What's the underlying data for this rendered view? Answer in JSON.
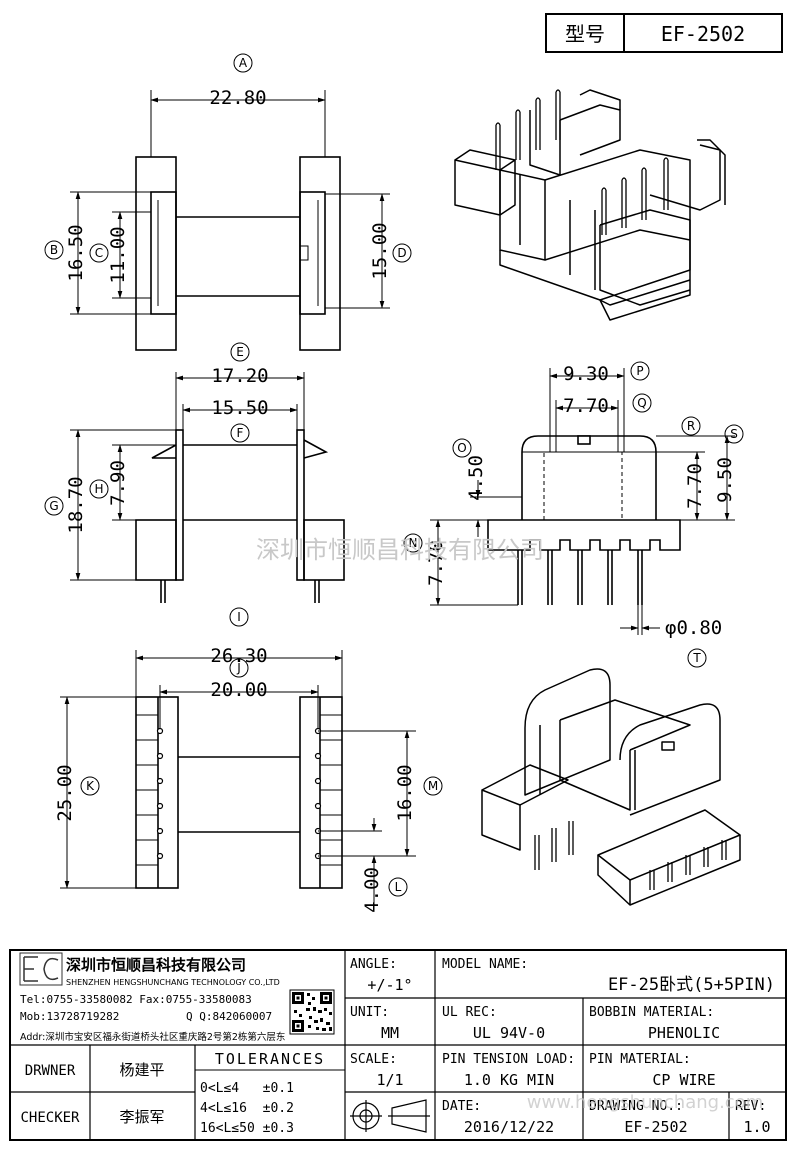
{
  "header": {
    "model_label": "型号",
    "model_value": "EF-2502"
  },
  "dimensions": {
    "A": "22.80",
    "B": "16.50",
    "C": "11.00",
    "D": "15.00",
    "E": "17.20",
    "F": "15.50",
    "G": "18.70",
    "H": "7.90",
    "N": "7.70",
    "O": "4.50",
    "P": "9.30",
    "Q": "7.70",
    "R": "7.70",
    "S": "9.50",
    "T": "φ0.80",
    "I": "26.30",
    "J": "20.00",
    "K": "25.00",
    "M": "16.00",
    "L": "4.00"
  },
  "watermarks": {
    "center": "深圳市恒顺昌科技有限公司",
    "bottom": "www.hengshunchang.com"
  },
  "title_block": {
    "company_cn": "深圳市恒顺昌科技有限公司",
    "company_en": "SHENZHEN HENGSHUNCHANG TECHNOLOGY CO.,LTD",
    "tel": "Tel:0755-33580082 Fax:0755-33580083",
    "mob": "Mob:13728719282",
    "qq": "Q Q:842060007",
    "addr": "Addr:深圳市宝安区福永街道桥头社区重庆路2号第2栋第六层东",
    "drawer_label": "DRWNER",
    "drawer_name": "杨建平",
    "checker_label": "CHECKER",
    "checker_name": "李振军",
    "tolerances_title": "TOLERANCES",
    "tol_1": "0<L≤4   ±0.1",
    "tol_2": "4<L≤16  ±0.2",
    "tol_3": "16<L≤50 ±0.3",
    "angle_label": "ANGLE:",
    "angle_value": "+/-1°",
    "unit_label": "UNIT:",
    "unit_value": "MM",
    "scale_label": "SCALE:",
    "scale_value": "1/1",
    "model_name_label": "MODEL NAME:",
    "model_name_value": "EF-25卧式(5+5PIN)",
    "ul_label": "UL REC:",
    "ul_value": "UL 94V-0",
    "bobbin_label": "BOBBIN MATERIAL:",
    "bobbin_value": "PHENOLIC",
    "pin_tension_label": "PIN TENSION LOAD:",
    "pin_tension_value": "1.0 KG MIN",
    "pin_material_label": "PIN MATERIAL:",
    "pin_material_value": "CP WIRE",
    "date_label": "DATE:",
    "date_value": "2016/12/22",
    "drawing_no_label": "DRAWING NO.:",
    "drawing_no_value": "EF-2502",
    "rev_label": "REV:",
    "rev_value": "1.0"
  }
}
